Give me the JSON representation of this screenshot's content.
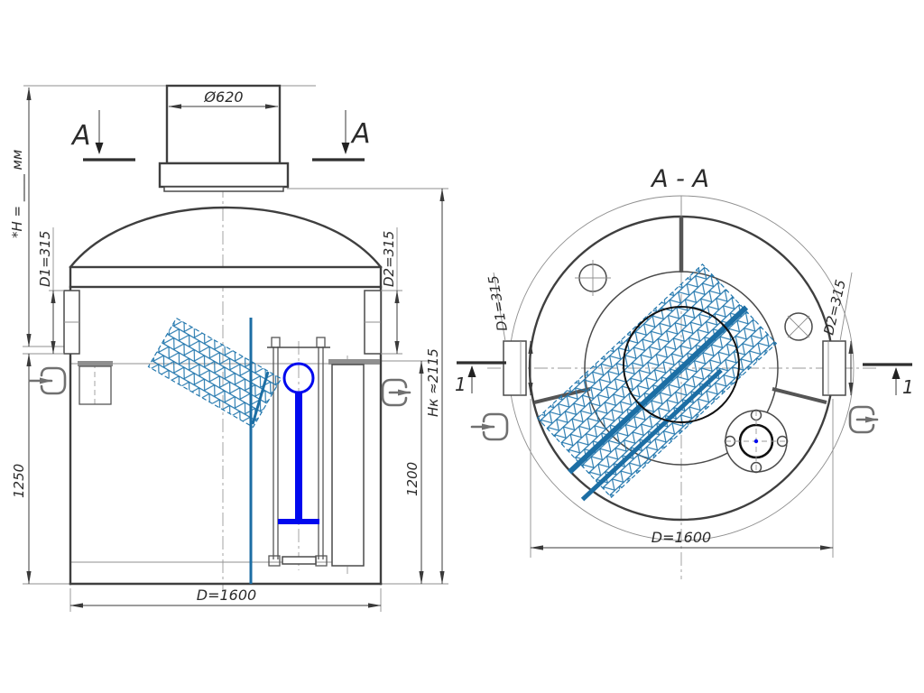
{
  "drawing": {
    "left_view": {
      "section_arrow_label_left": "A",
      "section_arrow_label_right": "A",
      "dim_neck_diameter": "Ø620",
      "dim_overall_height": "*H = ____ мм",
      "dim_inlet": "D1=315",
      "dim_outlet": "D2=315",
      "dim_body_height": "Нк ≈2115",
      "dim_sump_depth": "1250",
      "dim_outlet_height": "1200",
      "dim_tank_diameter": "D=1600"
    },
    "section_view": {
      "title": "A - A",
      "dim_inlet": "D1=315",
      "dim_outlet": "D2=315",
      "dim_tank_diameter": "D=1600",
      "detail_marker_left": "1",
      "detail_marker_right": "1"
    },
    "colors": {
      "mesh_blue": "#2478ae",
      "band_blue": "#1c6ea4",
      "float_blue": "#0009ee",
      "line_dark": "#3f3f3f"
    }
  }
}
